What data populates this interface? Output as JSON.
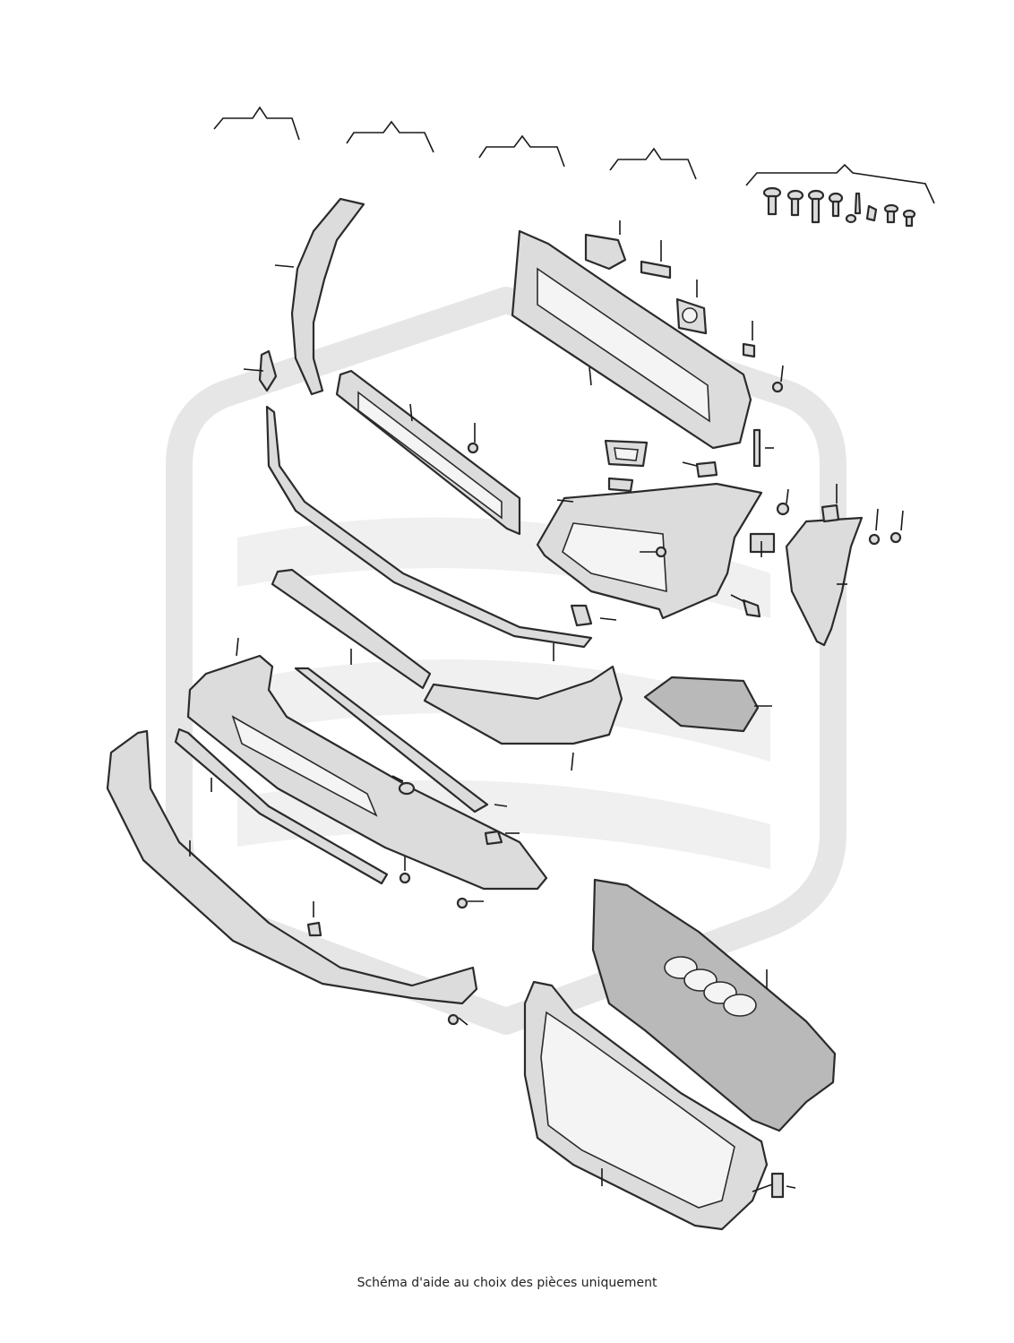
{
  "caption": "Schéma d'aide au choix des pièces uniquement",
  "colors": {
    "line": "#2b2b2b",
    "part_fill": "#dcdcdc",
    "watermark": "#e6e6e6"
  },
  "icons": {
    "watermark": "shield-logo-watermark",
    "fasteners": "screw-bolt-rivet-set"
  }
}
